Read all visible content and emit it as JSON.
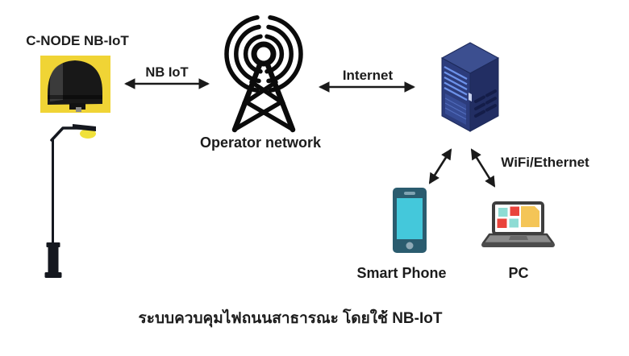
{
  "figure": {
    "type": "network-architecture-diagram",
    "background": "#ffffff"
  },
  "nodes": {
    "cnode": {
      "label": "C-NODE NB-IoT",
      "icon": "photocell-device-photo"
    },
    "streetlight": {
      "icon": "street-light-icon"
    },
    "operator": {
      "label": "Operator network",
      "icon": "cell-tower-icon"
    },
    "server": {
      "icon": "server-tower-icon"
    },
    "smartphone": {
      "label": "Smart Phone",
      "icon": "smartphone-icon"
    },
    "pc": {
      "label": "PC",
      "icon": "laptop-icon"
    }
  },
  "links": {
    "nbiot": {
      "label": "NB IoT",
      "type": "double-arrow",
      "from": "cnode",
      "to": "operator"
    },
    "internet": {
      "label": "Internet",
      "type": "double-arrow",
      "from": "operator",
      "to": "server"
    },
    "wifi": {
      "label": "WiFi/Ethernet",
      "type": "double-arrow",
      "from": "server",
      "to": "smartphone-and-pc"
    }
  },
  "caption": {
    "text": "ระบบควบคุมไฟถนนสาธารณะ โดยใช้ NB-IoT"
  },
  "colors": {
    "text": "#1c1c1c",
    "arrow": "#1a1a1a",
    "device_background_yellow": "#f0d435",
    "device_black": "#181818",
    "lamp_yellow": "#f0e13a",
    "server_top_blue": "#3c4f90",
    "server_front_blue": "#2c3c7c",
    "server_side_blue": "#222e63",
    "server_slat_blue": "#6d92ea",
    "phone_body": "#2b5c6f",
    "phone_screen": "#44c8db",
    "laptop_base_gray": "#8b8b8b",
    "laptop_border_gray": "#3e3e3e",
    "tile_cyan": "#8edcd4",
    "tile_red": "#e9443c",
    "tile_yellow": "#f4c557"
  }
}
